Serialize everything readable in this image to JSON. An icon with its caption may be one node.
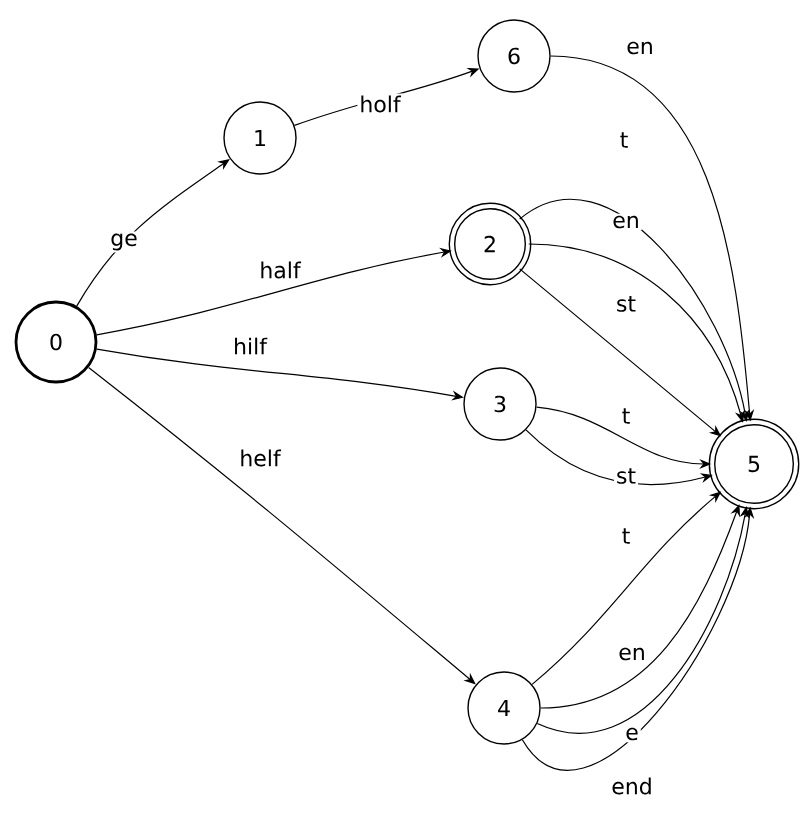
{
  "diagram": {
    "nodes": [
      {
        "text": [
          "0"
        ]
      },
      {
        "text": [
          "1"
        ]
      },
      {
        "text": [
          "2"
        ]
      },
      {
        "text": [
          "3"
        ]
      },
      {
        "text": [
          "4"
        ]
      },
      {
        "text": [
          "5"
        ]
      },
      {
        "text": [
          "6"
        ]
      }
    ],
    "edges": [
      {
        "from": 0,
        "to": 1,
        "arrow": "to",
        "label": "ge"
      },
      {
        "from": 1,
        "to": 6,
        "arrow": "to",
        "label": "holf"
      },
      {
        "from": 0,
        "to": 2,
        "arrow": "to",
        "label": "half"
      },
      {
        "from": 0,
        "to": 3,
        "arrow": "to",
        "label": "hilf"
      },
      {
        "from": 0,
        "to": 4,
        "arrow": "to",
        "label": "helf"
      },
      {
        "from": 6,
        "to": 5,
        "arrow": "to",
        "label": "en"
      },
      {
        "from": 2,
        "to": 5,
        "arrow": "to",
        "label": "t"
      },
      {
        "from": 2,
        "to": 5,
        "arrow": "to",
        "label": "en"
      },
      {
        "from": 2,
        "to": 5,
        "arrow": "to",
        "label": "st"
      },
      {
        "from": 3,
        "to": 5,
        "arrow": "to",
        "label": "t"
      },
      {
        "from": 3,
        "to": 5,
        "arrow": "to",
        "label": "st"
      },
      {
        "from": 4,
        "to": 5,
        "arrow": "to",
        "label": "t"
      },
      {
        "from": 4,
        "to": 5,
        "arrow": "to",
        "label": "en"
      },
      {
        "from": 4,
        "to": 5,
        "arrow": "to",
        "label": "e"
      },
      {
        "from": 4,
        "to": 5,
        "arrow": "to",
        "label": "end"
      }
    ]
  }
}
